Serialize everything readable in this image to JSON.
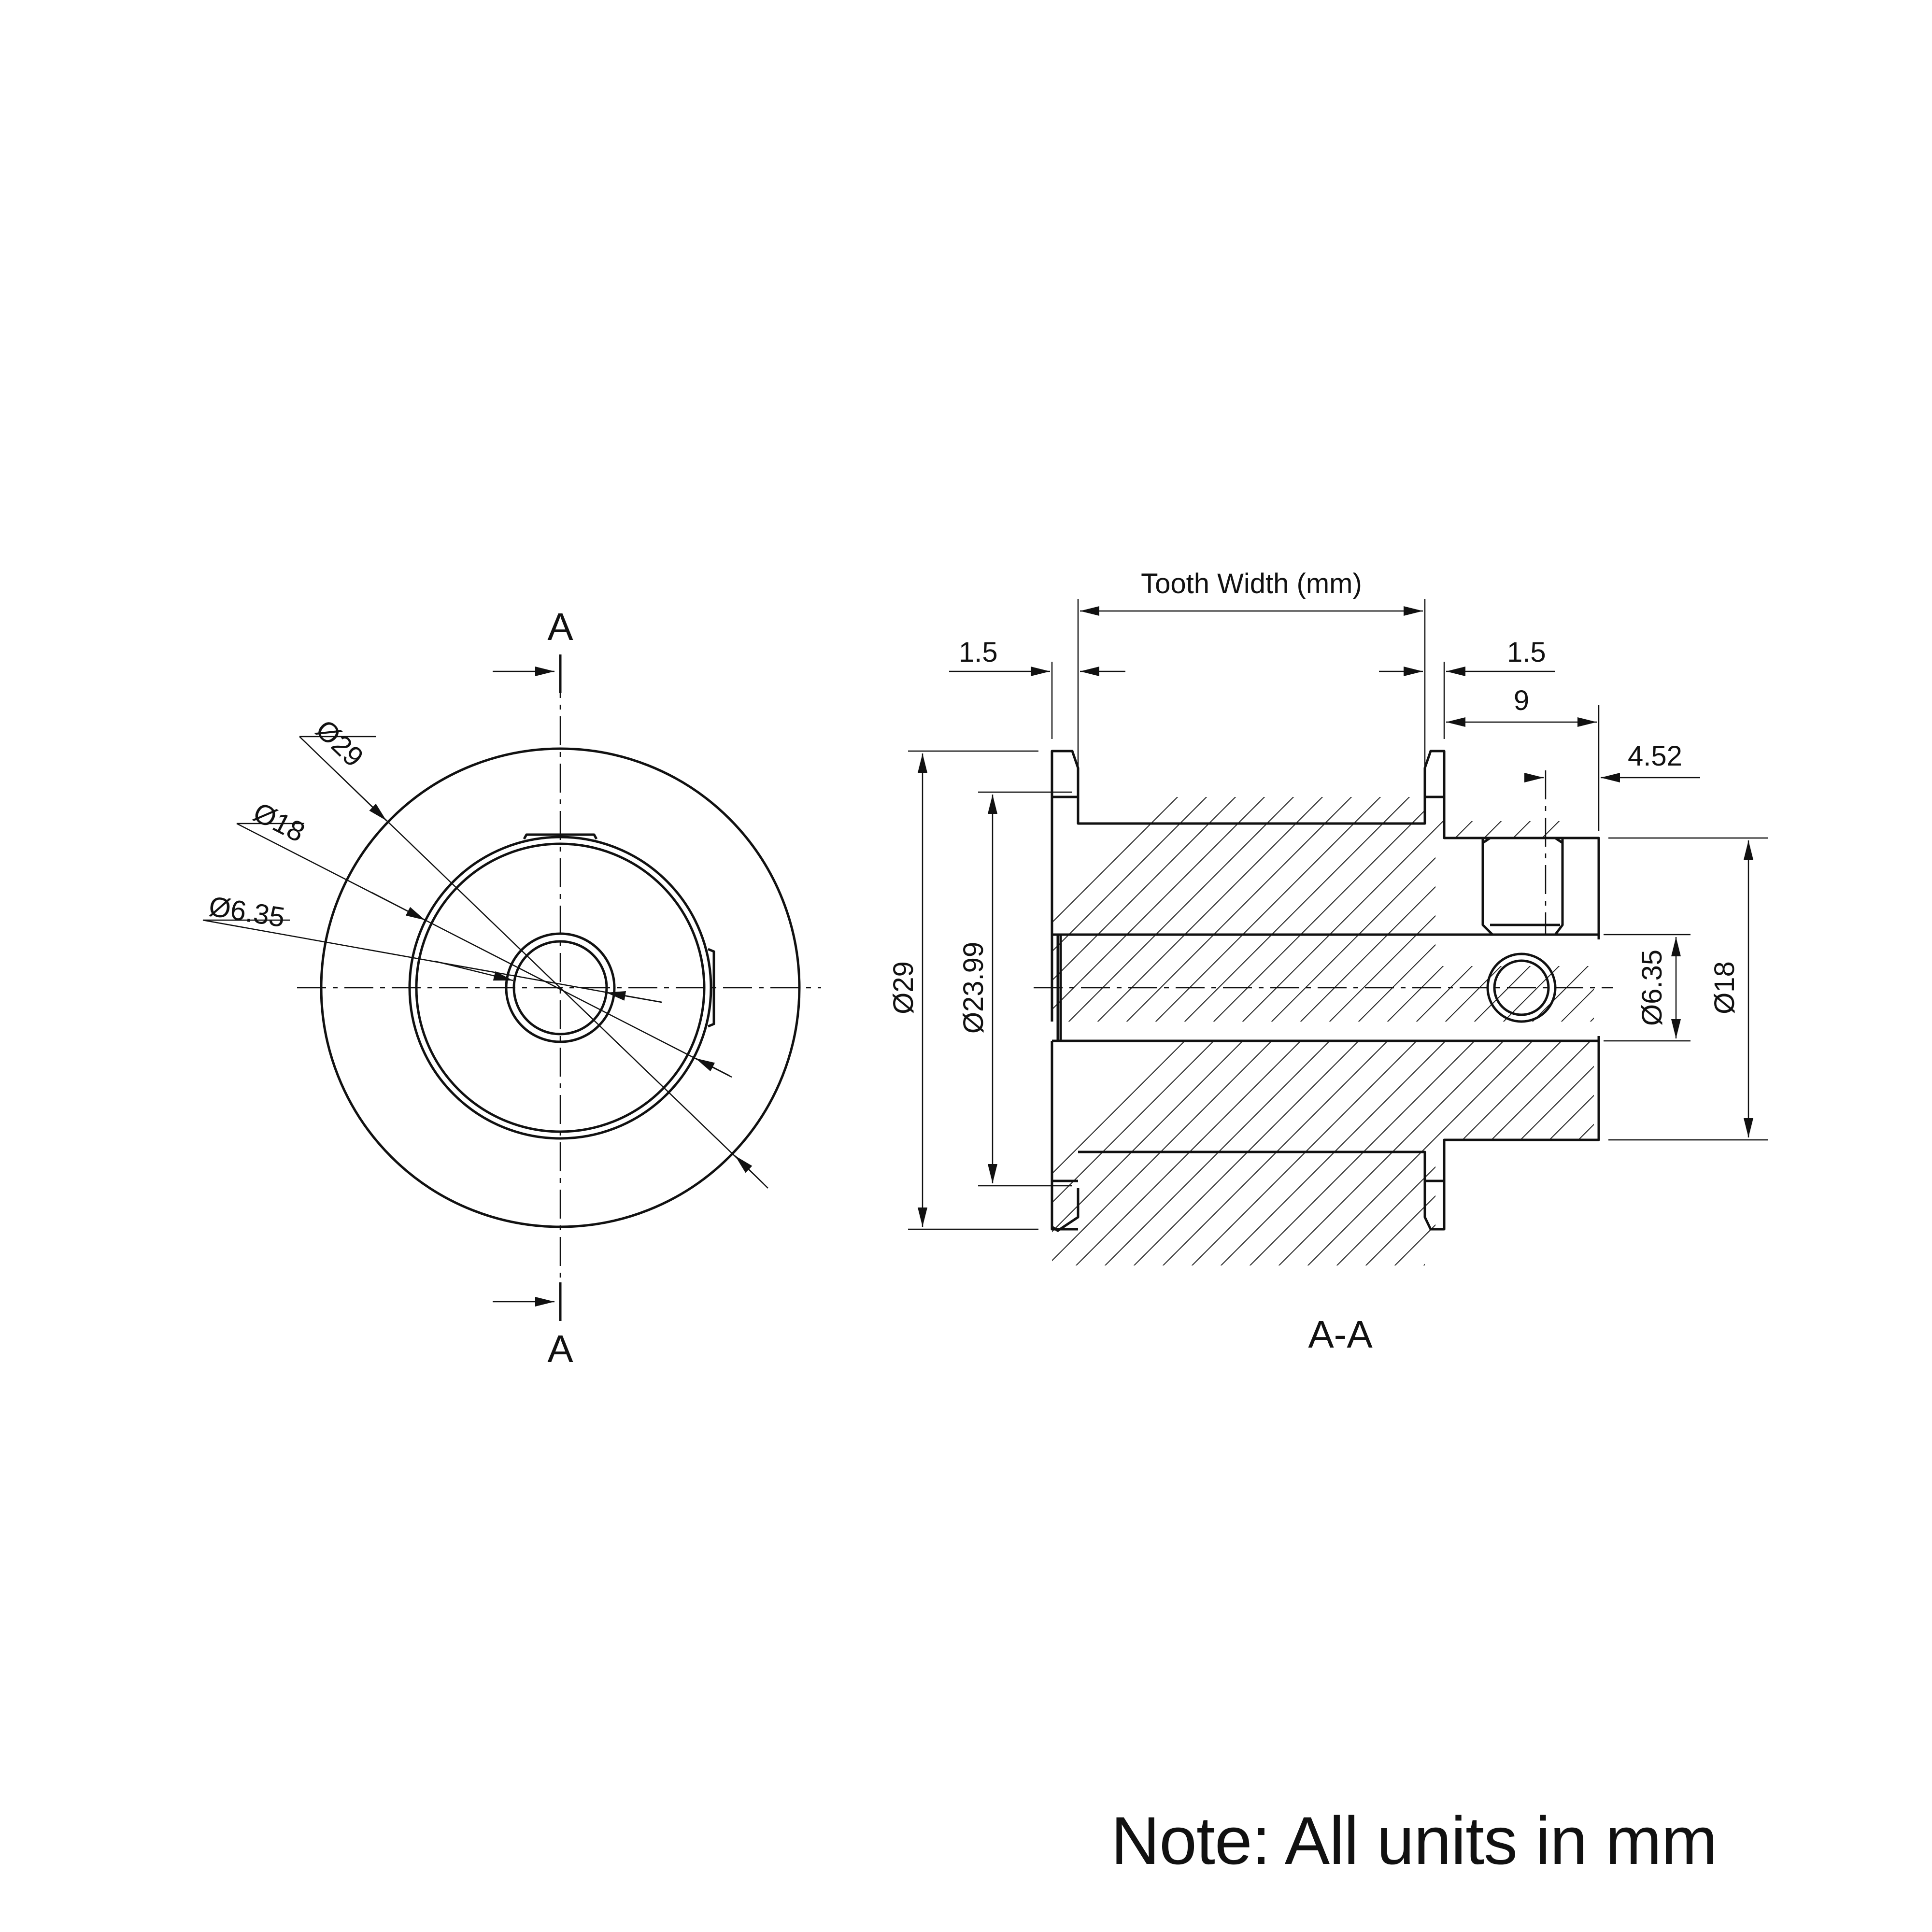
{
  "section_marker_top": "A",
  "section_marker_bottom": "A",
  "section_view_label": "A-A",
  "front_view": {
    "dim_outer": "Ø29",
    "dim_hub": "Ø18",
    "dim_bore": "Ø6.35"
  },
  "section_view": {
    "tooth_width": "Tooth Width (mm)",
    "flange_left": "1.5",
    "flange_right": "1.5",
    "hub_length": "9",
    "setscrew_pos": "4.52",
    "dim_outer": "Ø29",
    "dim_pitch": "Ø23.99",
    "dim_bore": "Ø6.35",
    "dim_hub": "Ø18"
  },
  "note": "Note: All units in mm"
}
